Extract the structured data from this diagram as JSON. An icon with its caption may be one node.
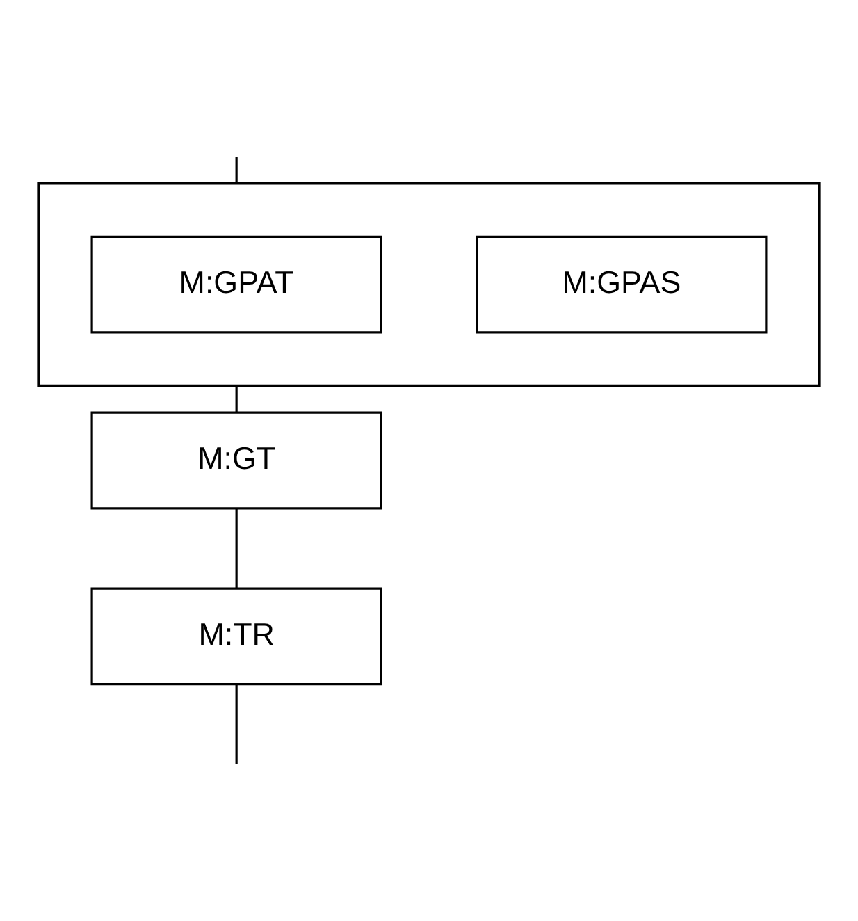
{
  "diagram": {
    "nodes": [
      {
        "text": [],
        "shape": "box"
      },
      {
        "text": [
          "M:GPAT"
        ],
        "in": 0
      },
      {
        "text": [
          "M:GPAS"
        ],
        "in": 0
      },
      {
        "text": [
          "M:GT"
        ]
      },
      {
        "text": [
          "M:TR"
        ]
      }
    ],
    "edges": [
      {
        "from": null,
        "to": 0,
        "arrow": "none"
      },
      {
        "from": 0,
        "to": 3,
        "arrow": "none"
      },
      {
        "from": 3,
        "to": 4,
        "arrow": "none"
      },
      {
        "from": 4,
        "to": null,
        "arrow": "none"
      }
    ]
  }
}
